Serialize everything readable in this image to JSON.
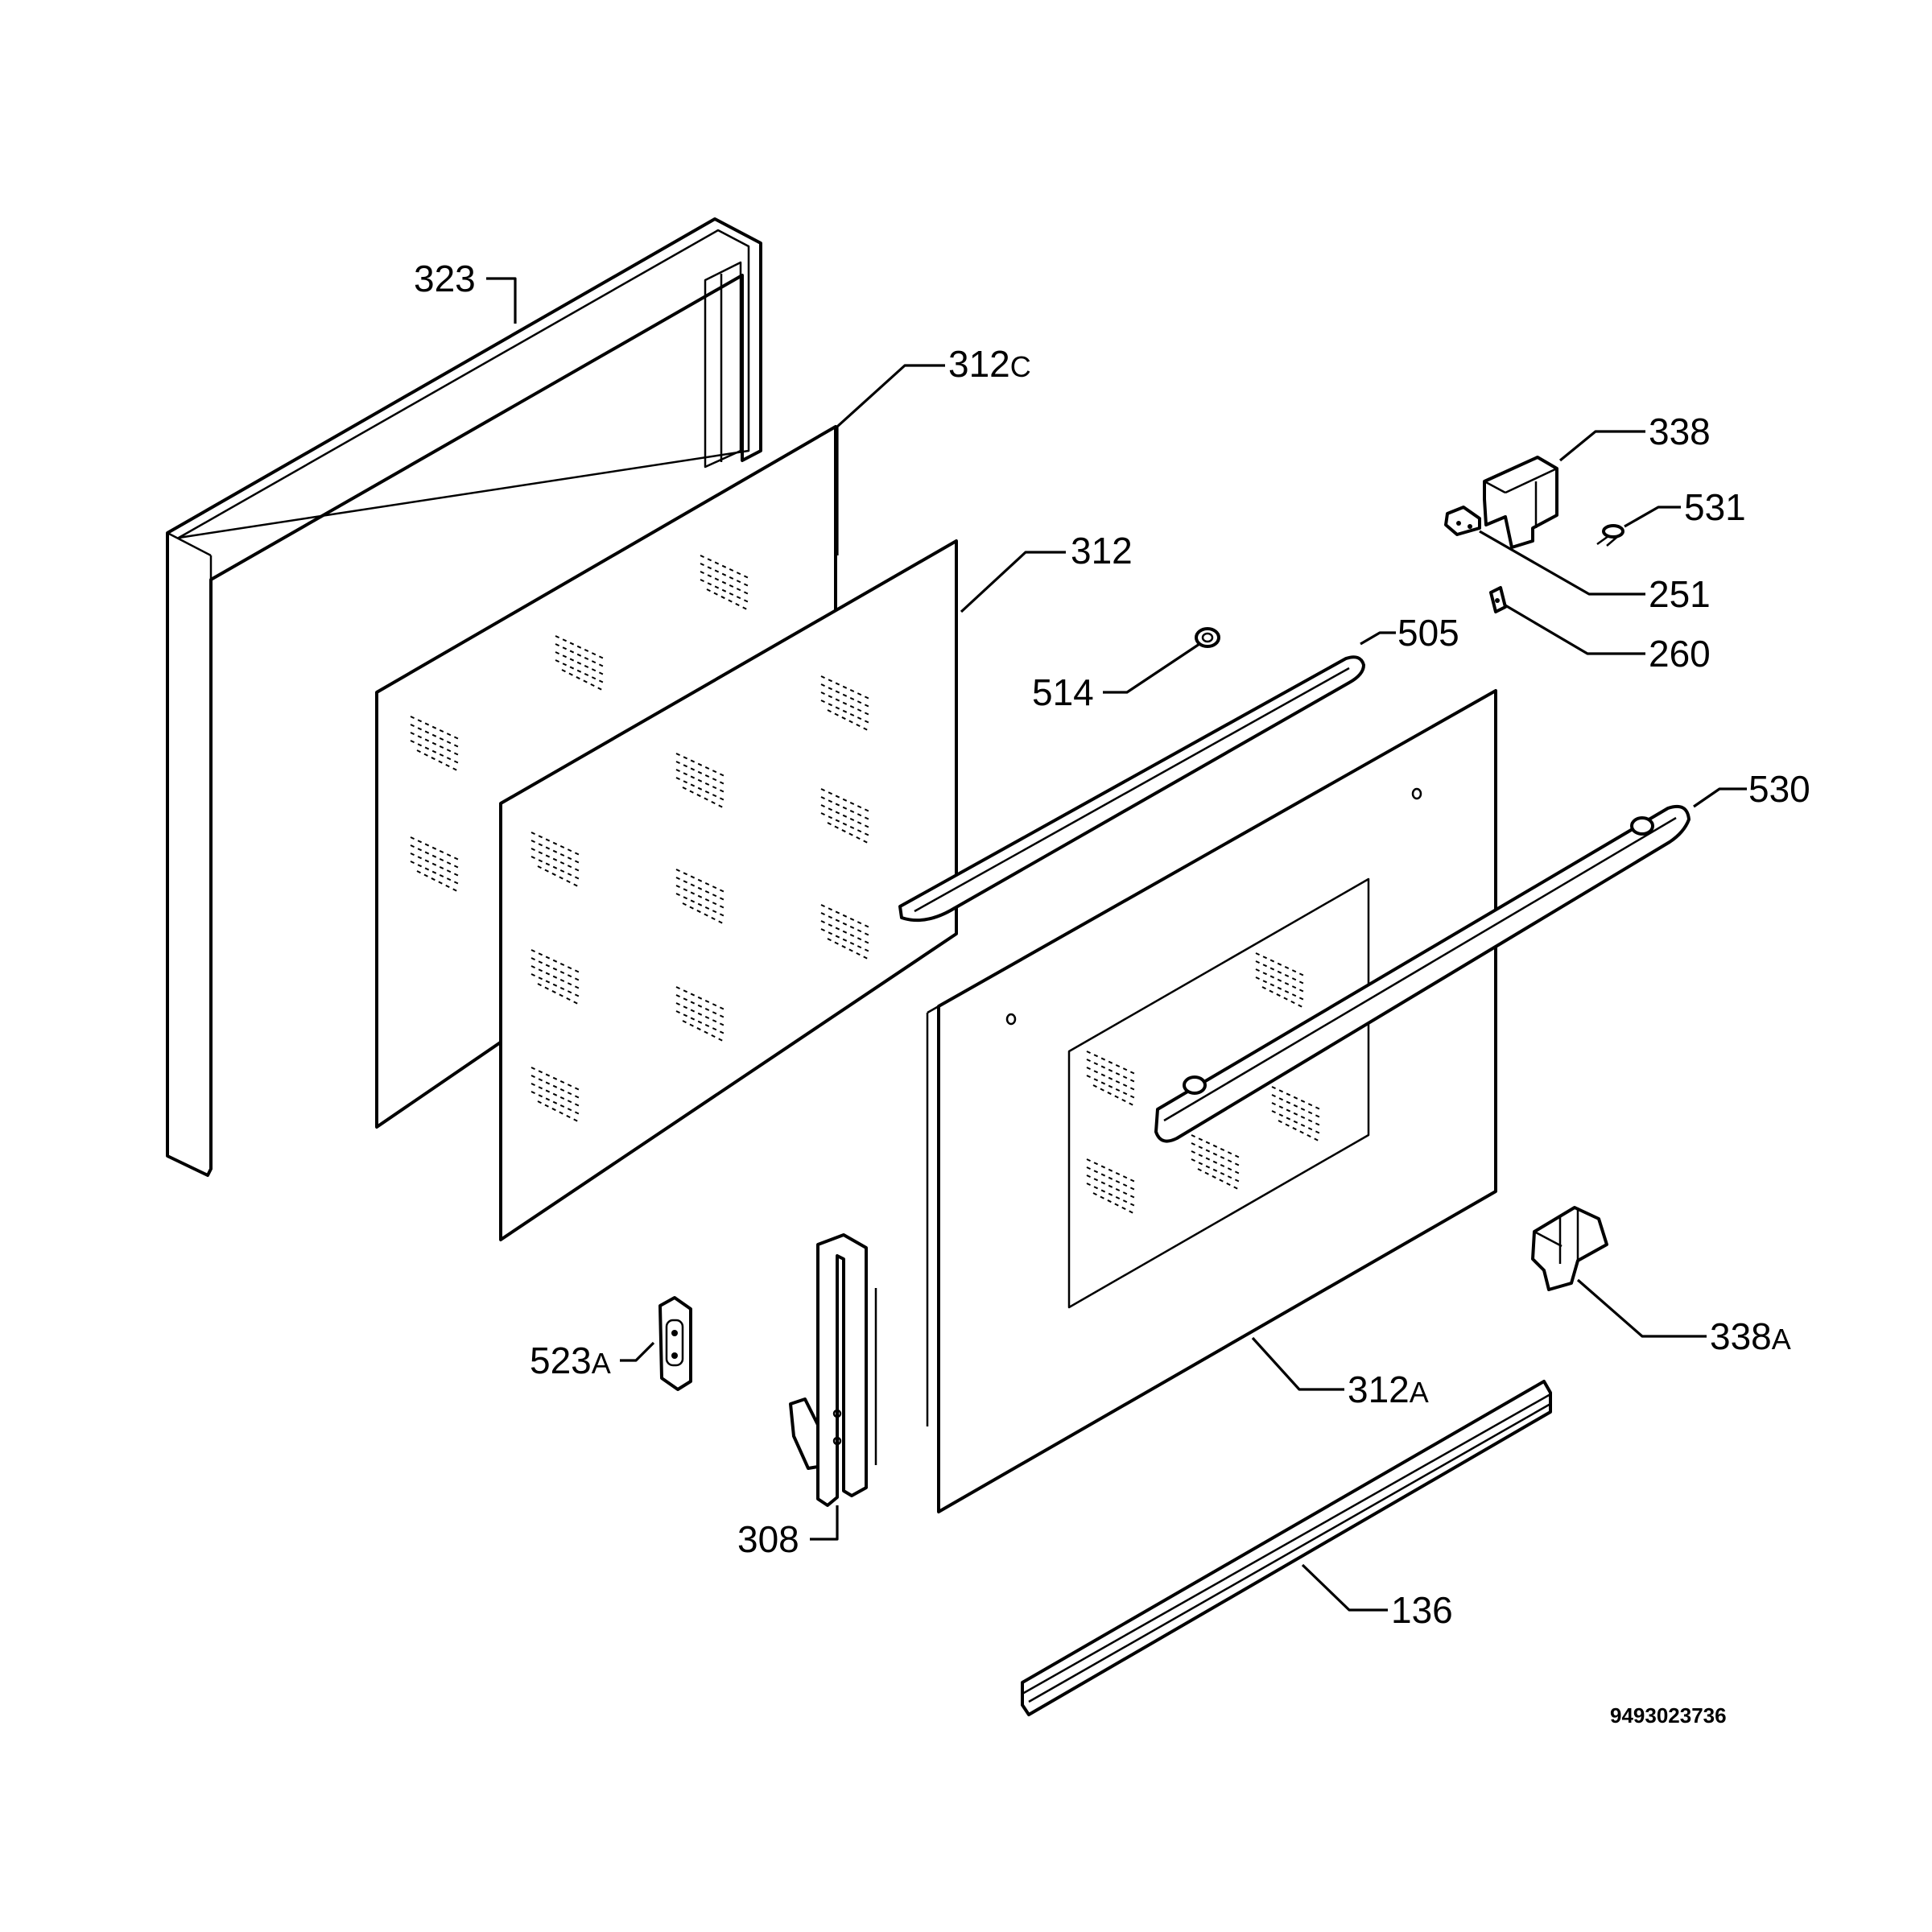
{
  "diagram": {
    "document_number": "9493023736",
    "callouts": [
      {
        "id": "323",
        "num": "323",
        "suffix": ""
      },
      {
        "id": "312c",
        "num": "312",
        "suffix": "C"
      },
      {
        "id": "312",
        "num": "312",
        "suffix": ""
      },
      {
        "id": "338",
        "num": "338",
        "suffix": ""
      },
      {
        "id": "531",
        "num": "531",
        "suffix": ""
      },
      {
        "id": "251",
        "num": "251",
        "suffix": ""
      },
      {
        "id": "260",
        "num": "260",
        "suffix": ""
      },
      {
        "id": "505",
        "num": "505",
        "suffix": ""
      },
      {
        "id": "514",
        "num": "514",
        "suffix": ""
      },
      {
        "id": "530",
        "num": "530",
        "suffix": ""
      },
      {
        "id": "338a",
        "num": "338",
        "suffix": "A"
      },
      {
        "id": "523a",
        "num": "523",
        "suffix": "A"
      },
      {
        "id": "312a",
        "num": "312",
        "suffix": "A"
      },
      {
        "id": "308",
        "num": "308",
        "suffix": ""
      },
      {
        "id": "136",
        "num": "136",
        "suffix": ""
      }
    ]
  }
}
